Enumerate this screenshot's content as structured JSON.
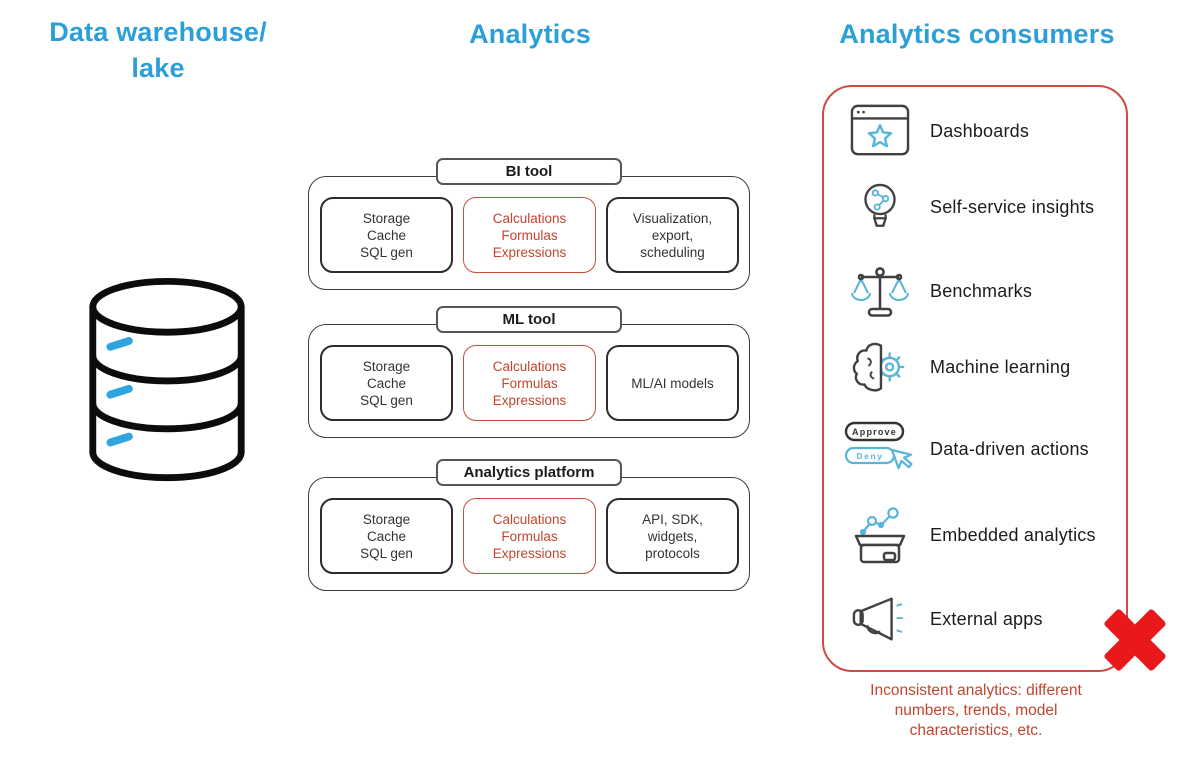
{
  "colors": {
    "heading_blue": "#2b9fd6",
    "icon_cyan": "#58b5d8",
    "icon_dark": "#414141",
    "alert_red_text": "#c2452e",
    "panel_border_red": "#cd4b42",
    "cross_red": "#e8181b"
  },
  "headings": {
    "left_line1": "Data warehouse/",
    "left_line2": "lake",
    "analytics": "Analytics",
    "consumers": "Analytics consumers"
  },
  "warehouse": {
    "icon": "database-cylinder-icon"
  },
  "tools": [
    {
      "title": "BI tool",
      "boxes": [
        {
          "text": "Storage\nCache\nSQL gen",
          "style": "dark"
        },
        {
          "text": "Calculations\nFormulas\nExpressions",
          "style": "red"
        },
        {
          "text": "Visualization,\nexport,\nscheduling",
          "style": "dark"
        }
      ]
    },
    {
      "title": "ML tool",
      "boxes": [
        {
          "text": "Storage\nCache\nSQL gen",
          "style": "dark"
        },
        {
          "text": "Calculations\nFormulas\nExpressions",
          "style": "red"
        },
        {
          "text": "ML/AI models",
          "style": "dark"
        }
      ]
    },
    {
      "title": "Analytics platform",
      "boxes": [
        {
          "text": "Storage\nCache\nSQL gen",
          "style": "dark"
        },
        {
          "text": "Calculations\nFormulas\nExpressions",
          "style": "red"
        },
        {
          "text": "API, SDK,\nwidgets,\nprotocols",
          "style": "dark"
        }
      ]
    }
  ],
  "consumers": {
    "items": [
      {
        "label": "Dashboards",
        "icon": "dashboard-window-star-icon"
      },
      {
        "label": "Self-service insights",
        "icon": "lightbulb-network-icon"
      },
      {
        "label": "Benchmarks",
        "icon": "balance-scale-icon"
      },
      {
        "label": "Machine learning",
        "icon": "brain-gear-icon"
      },
      {
        "label": "Data-driven actions",
        "icon": "approve-deny-buttons-icon",
        "approve": "Approve",
        "deny": "Deny"
      },
      {
        "label": "Embedded analytics",
        "icon": "box-chart-icon"
      },
      {
        "label": "External apps",
        "icon": "megaphone-icon"
      }
    ],
    "caption": "Inconsistent analytics: different numbers, trends, model characteristics, etc."
  }
}
